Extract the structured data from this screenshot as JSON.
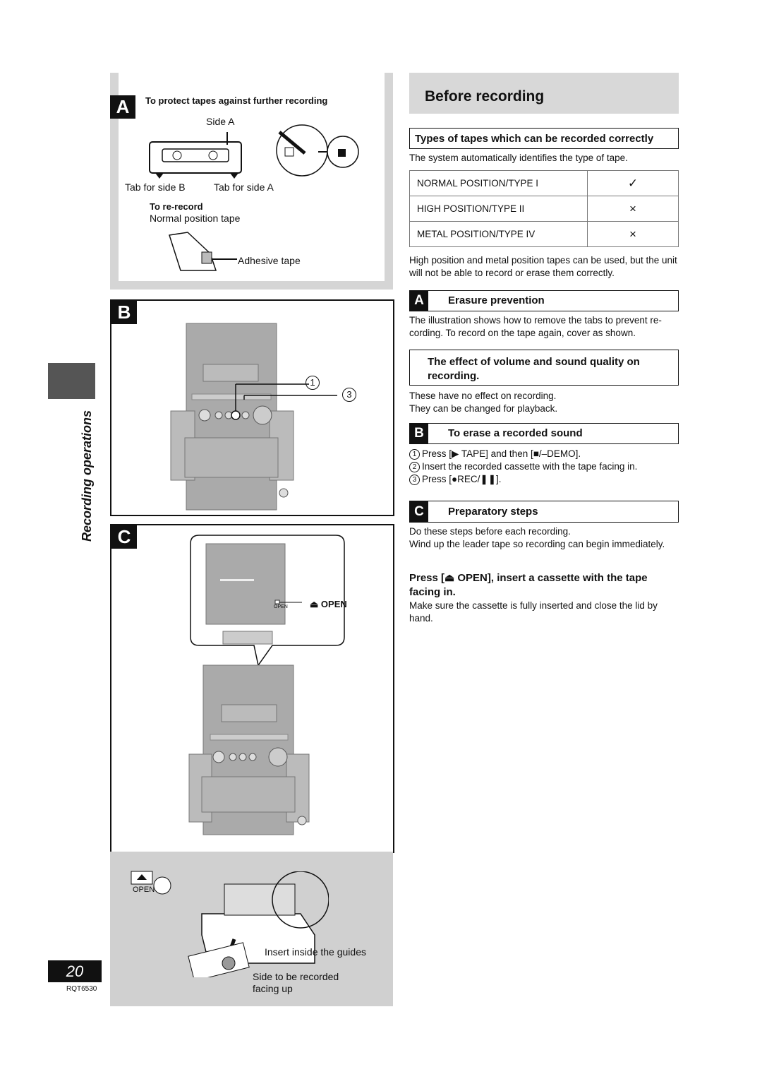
{
  "side_label": "Recording operations",
  "page_number": "20",
  "doc_code": "RQT6530",
  "panel_a": {
    "badge": "A",
    "protect_title": "To protect tapes against further recording",
    "side_a": "Side A",
    "tab_b": "Tab for side B",
    "tab_a": "Tab for side A",
    "rerecord_title": "To re-record",
    "normal_tape": "Normal position tape",
    "adhesive": "Adhesive tape"
  },
  "panel_b": {
    "badge": "B",
    "callout_1": "1",
    "callout_3": "3"
  },
  "panel_c": {
    "badge": "C",
    "open_btn": "OPEN",
    "open_small": "OPEN"
  },
  "panel_d": {
    "open_label": "OPEN",
    "insert_guides": "Insert inside the guides",
    "side_recorded_1": "Side to be recorded",
    "side_recorded_2": "facing up"
  },
  "right": {
    "title": "Before recording",
    "types_heading": "Types of tapes which can be recorded correctly",
    "types_intro": "The system automatically identifies the type of tape.",
    "tape_types": [
      {
        "name": "NORMAL POSITION/TYPE I",
        "mark": "✓"
      },
      {
        "name": "HIGH POSITION/TYPE II",
        "mark": "×"
      },
      {
        "name": "METAL POSITION/TYPE IV",
        "mark": "×"
      }
    ],
    "types_note": "High position and metal position tapes can be used, but the unit will not be able to record or erase them correctly.",
    "erasure_letter": "A",
    "erasure_heading": "Erasure prevention",
    "erasure_text": "The illustration shows how to remove the tabs to prevent re-cording. To record on the tape again, cover as shown.",
    "effect_heading": "The effect of volume and sound quality on recording.",
    "effect_line1": "These have no effect on recording.",
    "effect_line2": "They can be changed for playback.",
    "erase_letter": "B",
    "erase_heading": "To erase a recorded sound",
    "erase_steps": [
      {
        "num": "1",
        "text": "Press [▶ TAPE] and then [■/–DEMO]."
      },
      {
        "num": "2",
        "text": "Insert the recorded cassette with the tape facing in."
      },
      {
        "num": "3",
        "text": "Press [●REC/❚❚]."
      }
    ],
    "prep_letter": "C",
    "prep_heading": "Preparatory steps",
    "prep_line1": "Do these steps before each recording.",
    "prep_line2": "Wind up the leader tape so recording can begin immediately.",
    "press_heading": "Press [⏏ OPEN], insert a cassette with the tape facing in.",
    "press_text": "Make sure the cassette is fully inserted and close the lid by hand."
  }
}
